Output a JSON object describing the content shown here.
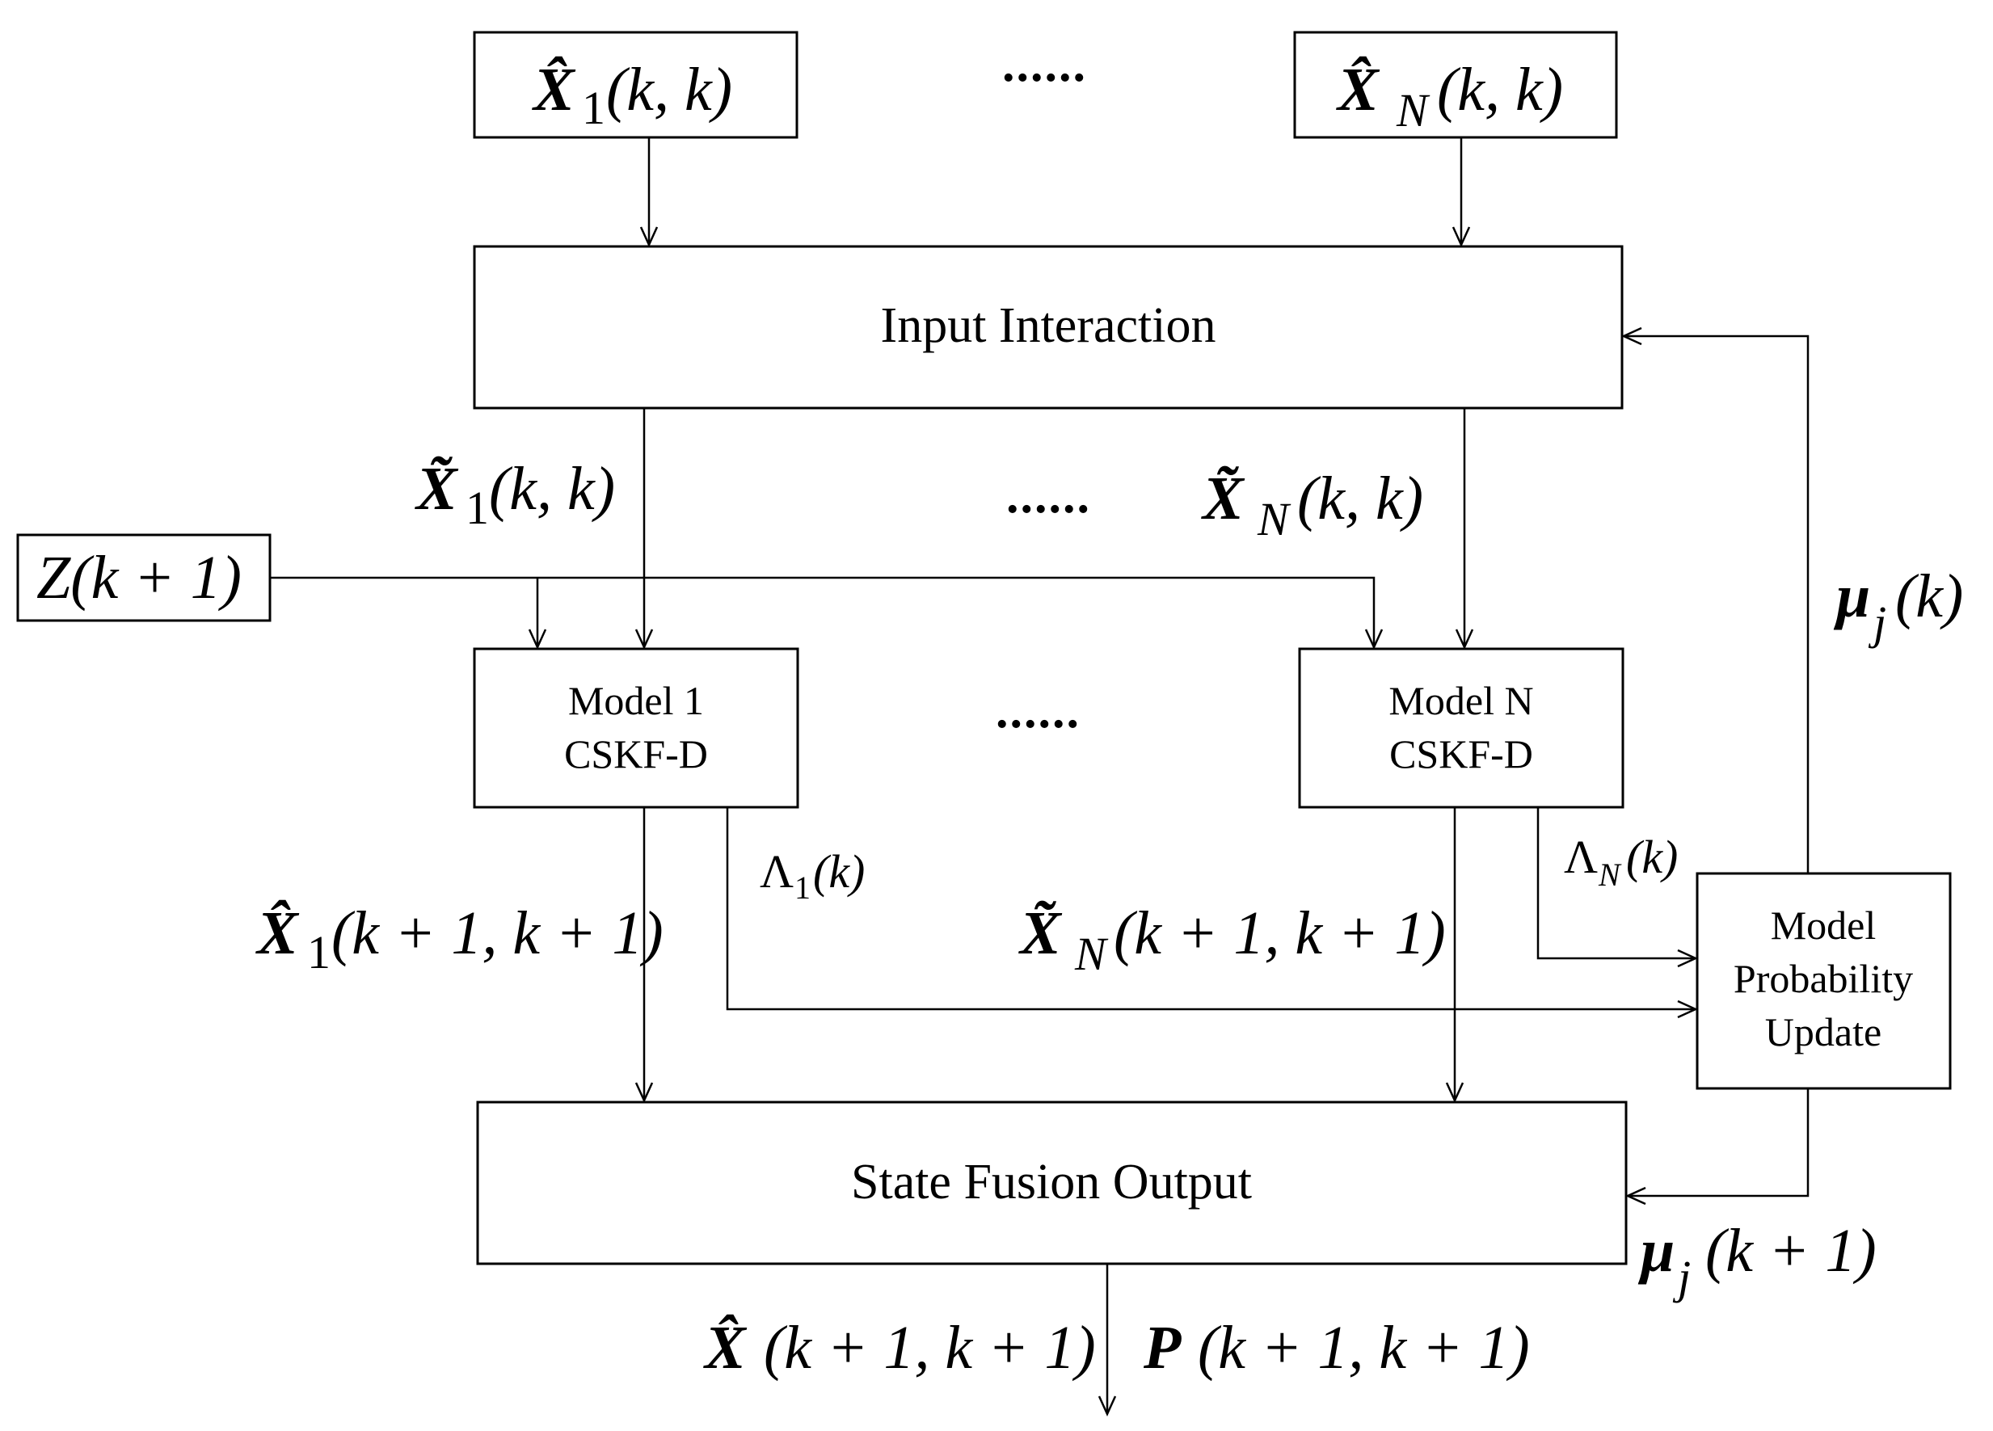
{
  "blocks": {
    "input_interaction": "Input Interaction",
    "model_1": [
      "Model 1",
      "CSKF-D"
    ],
    "model_n": [
      "Model N",
      "CSKF-D"
    ],
    "probability_update": [
      "Model",
      "Probability",
      "Update"
    ],
    "state_fusion": "State Fusion Output"
  },
  "inputs": {
    "x1": {
      "sym": "X̂",
      "sub": "1",
      "arg": "(k, k)"
    },
    "xn": {
      "sym": "X̂",
      "sub": "N",
      "arg": "(k, k)"
    },
    "measurement": "Z(k + 1)"
  },
  "signals": {
    "x1_tilde": {
      "sym": "X̃",
      "sub": "1",
      "arg": "(k, k)"
    },
    "xn_tilde": {
      "sym": "X̃",
      "sub": "N",
      "arg": "(k, k)"
    },
    "lambda_1": {
      "sym": "Λ",
      "sub": "1",
      "arg": "(k)"
    },
    "lambda_n": {
      "sym": "Λ",
      "sub": "N",
      "arg": "(k)"
    },
    "x1_hat_next": {
      "sym": "X̂",
      "sub": "1",
      "arg": "(k + 1, k + 1)"
    },
    "xn_tilde_next": {
      "sym": "X̃",
      "sub": "N",
      "arg": "(k + 1, k + 1)"
    },
    "mu_k": {
      "sym": "μ",
      "sub": "j",
      "arg": "(k)"
    },
    "mu_k1": {
      "sym": "μ",
      "sub": "j",
      "arg": "(k + 1)"
    }
  },
  "outputs": {
    "x_hat": {
      "sym": "X̂",
      "arg": "(k + 1, k + 1)"
    },
    "p": {
      "sym": "P",
      "arg": "(k + 1, k + 1)"
    }
  },
  "ellipsis": "......"
}
